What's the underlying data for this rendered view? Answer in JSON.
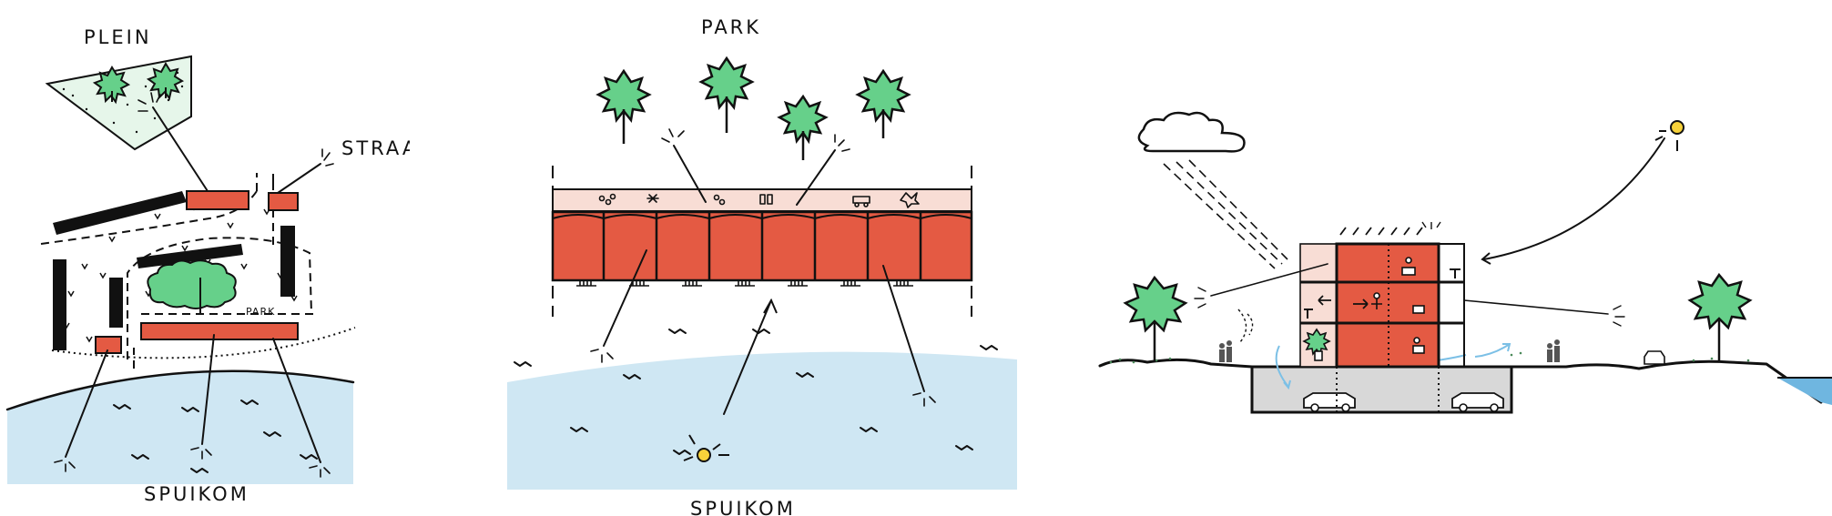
{
  "panel1": {
    "label_plein": "PLEIN",
    "label_straat": "STRAAT",
    "label_park": "PARK",
    "label_spuikom": "SPUIKOM"
  },
  "panel2": {
    "label_park": "PARK",
    "label_spuikom": "SPUIKOM"
  },
  "colors": {
    "water": "#cfe7f3",
    "building_red": "#e45a43",
    "tree_green": "#66d08a",
    "plein_green": "#e6f6ea",
    "promenade_pink": "#f8ddd5",
    "parking_grey": "#d8d8d8",
    "sun_yellow": "#f7d23a",
    "ink": "#111111"
  },
  "icons": [
    "tree-icon",
    "sun-icon",
    "cloud-icon",
    "car-icon",
    "person-icon",
    "eye-icon"
  ]
}
